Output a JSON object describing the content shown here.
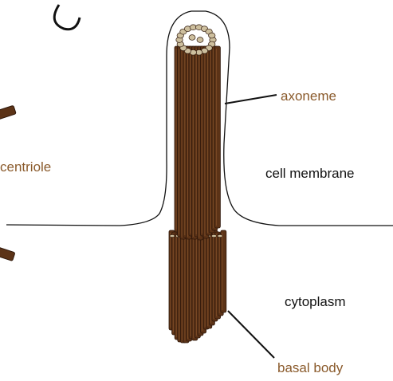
{
  "labels": {
    "axoneme": "axoneme",
    "centriole": "centriole",
    "cell_membrane": "cell membrane",
    "cytoplasm": "cytoplasm",
    "basal_body": "basal body"
  },
  "colors": {
    "microtubule_fill": "#5c3317",
    "microtubule_stroke": "#2e170a",
    "microtubule_highlight": "#7a4a26",
    "tubule_end": "#cdbf9e",
    "label_brown": "#8a5a2b",
    "label_black": "#111111",
    "line": "#111111"
  }
}
